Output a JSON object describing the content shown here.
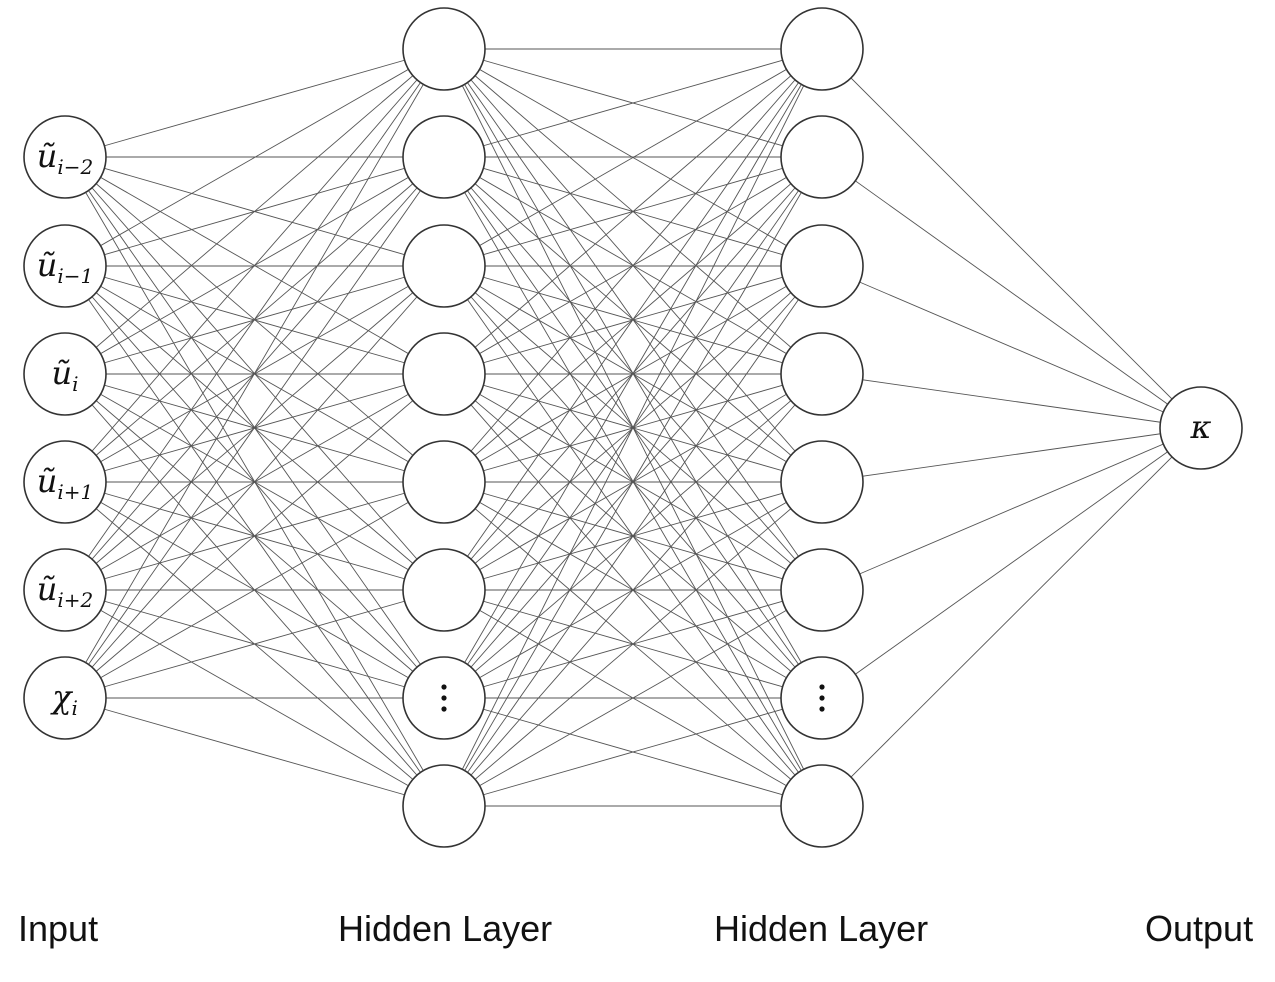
{
  "layers": [
    {
      "label": "Input",
      "nodes": [
        {
          "base": "ũ",
          "sub": "i−2"
        },
        {
          "base": "ũ",
          "sub": "i−1"
        },
        {
          "base": "ũ",
          "sub": "i"
        },
        {
          "base": "ũ",
          "sub": "i+1"
        },
        {
          "base": "ũ",
          "sub": "i+2"
        },
        {
          "base": "χ",
          "sub": "i"
        }
      ]
    },
    {
      "label": "Hidden Layer",
      "nodes": [
        {
          "base": "",
          "sub": ""
        },
        {
          "base": "",
          "sub": ""
        },
        {
          "base": "",
          "sub": ""
        },
        {
          "base": "",
          "sub": ""
        },
        {
          "base": "",
          "sub": ""
        },
        {
          "base": "",
          "sub": ""
        },
        {
          "base": "⋮",
          "sub": ""
        },
        {
          "base": "",
          "sub": ""
        }
      ]
    },
    {
      "label": "Hidden Layer",
      "nodes": [
        {
          "base": "",
          "sub": ""
        },
        {
          "base": "",
          "sub": ""
        },
        {
          "base": "",
          "sub": ""
        },
        {
          "base": "",
          "sub": ""
        },
        {
          "base": "",
          "sub": ""
        },
        {
          "base": "",
          "sub": ""
        },
        {
          "base": "⋮",
          "sub": ""
        },
        {
          "base": "",
          "sub": ""
        }
      ]
    },
    {
      "label": "Output",
      "nodes": [
        {
          "base": "κ",
          "sub": ""
        }
      ]
    }
  ],
  "connectivity": "fully-connected"
}
